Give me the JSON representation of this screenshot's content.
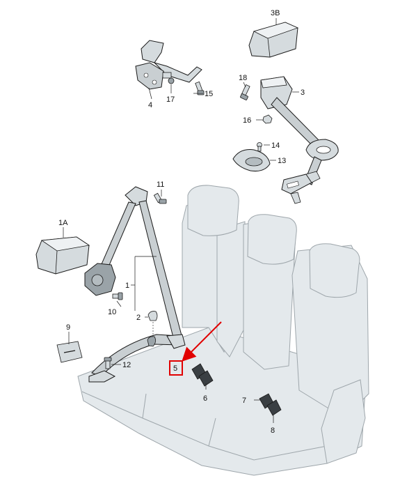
{
  "labels": {
    "l3B": "3B",
    "l18": "18",
    "l3": "3",
    "l16": "16",
    "l14": "14",
    "l13": "13",
    "l4": "4",
    "l17": "17",
    "l15": "15",
    "l11": "11",
    "l1A": "1A",
    "l1": "1",
    "l10": "10",
    "l2": "2",
    "l9": "9",
    "l12": "12",
    "l5": "5",
    "l6": "6",
    "l7": "7",
    "l8": "8"
  },
  "colors": {
    "line": "#1a1a1a",
    "part_fill": "#d5dbde",
    "part_dark": "#9aa3a8",
    "seat_fill": "#e4e9ec",
    "seat_edge": "#9ea6ab",
    "highlight": "#e10000"
  },
  "highlight": {
    "label_key": "l5",
    "style": "red box with red arrow"
  }
}
